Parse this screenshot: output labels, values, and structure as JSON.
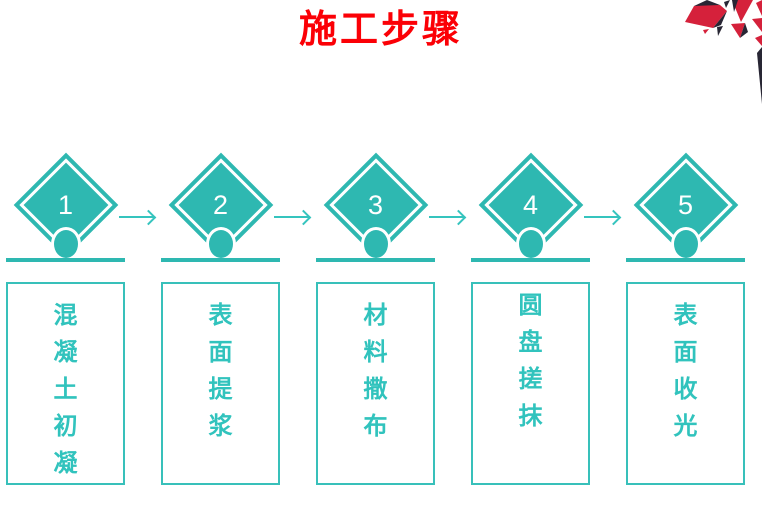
{
  "title": "施工步骤",
  "steps": [
    {
      "number": "1",
      "label": "混凝土初凝"
    },
    {
      "number": "2",
      "label": "表面提浆"
    },
    {
      "number": "3",
      "label": "材料撒布"
    },
    {
      "number": "4",
      "label": "圆盘搓抹"
    },
    {
      "number": "5",
      "label": "表面收光"
    }
  ],
  "decoration": {
    "icon": "shattered-triangles-cluster"
  },
  "colors": {
    "teal_shape": "#2eb8b1",
    "teal_text": "#31c3bd",
    "title_red": "#fb0006",
    "shard_red": "#d5213b",
    "shard_dark": "#282634"
  }
}
